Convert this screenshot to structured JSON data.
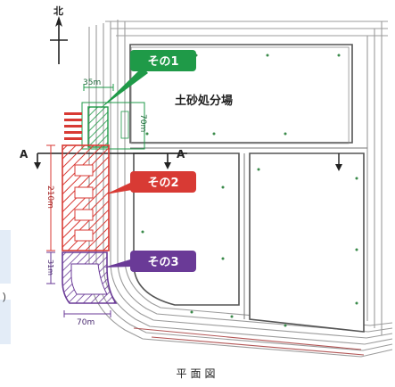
{
  "north_label": "北",
  "section_label_left": "A",
  "section_label_right": "A",
  "site_label": "土砂処分場",
  "areas": [
    {
      "label": "その1",
      "width": "35m",
      "length": "70m",
      "color": "#1f9a48"
    },
    {
      "label": "その2",
      "length": "210m",
      "color": "#d83a34"
    },
    {
      "label": "その3",
      "length": "31m",
      "width": "70m",
      "color": "#6a3a97"
    }
  ],
  "left_fragment_text": ")",
  "caption": "平面図"
}
